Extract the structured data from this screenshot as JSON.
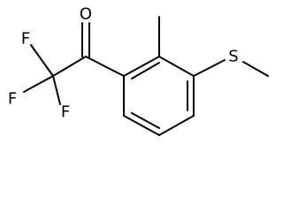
{
  "atoms": {
    "oxygen": "O",
    "fluorine_top": "F",
    "fluorine_left": "F",
    "fluorine_bottom": "F",
    "sulfur": "S"
  }
}
